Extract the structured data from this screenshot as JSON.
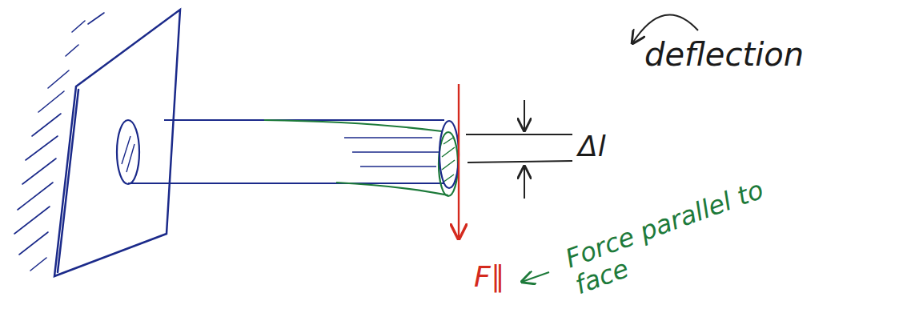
{
  "diagram": {
    "labels": [
      "Δl",
      "deflection",
      "F∥",
      "Force parallel to face"
    ]
  }
}
